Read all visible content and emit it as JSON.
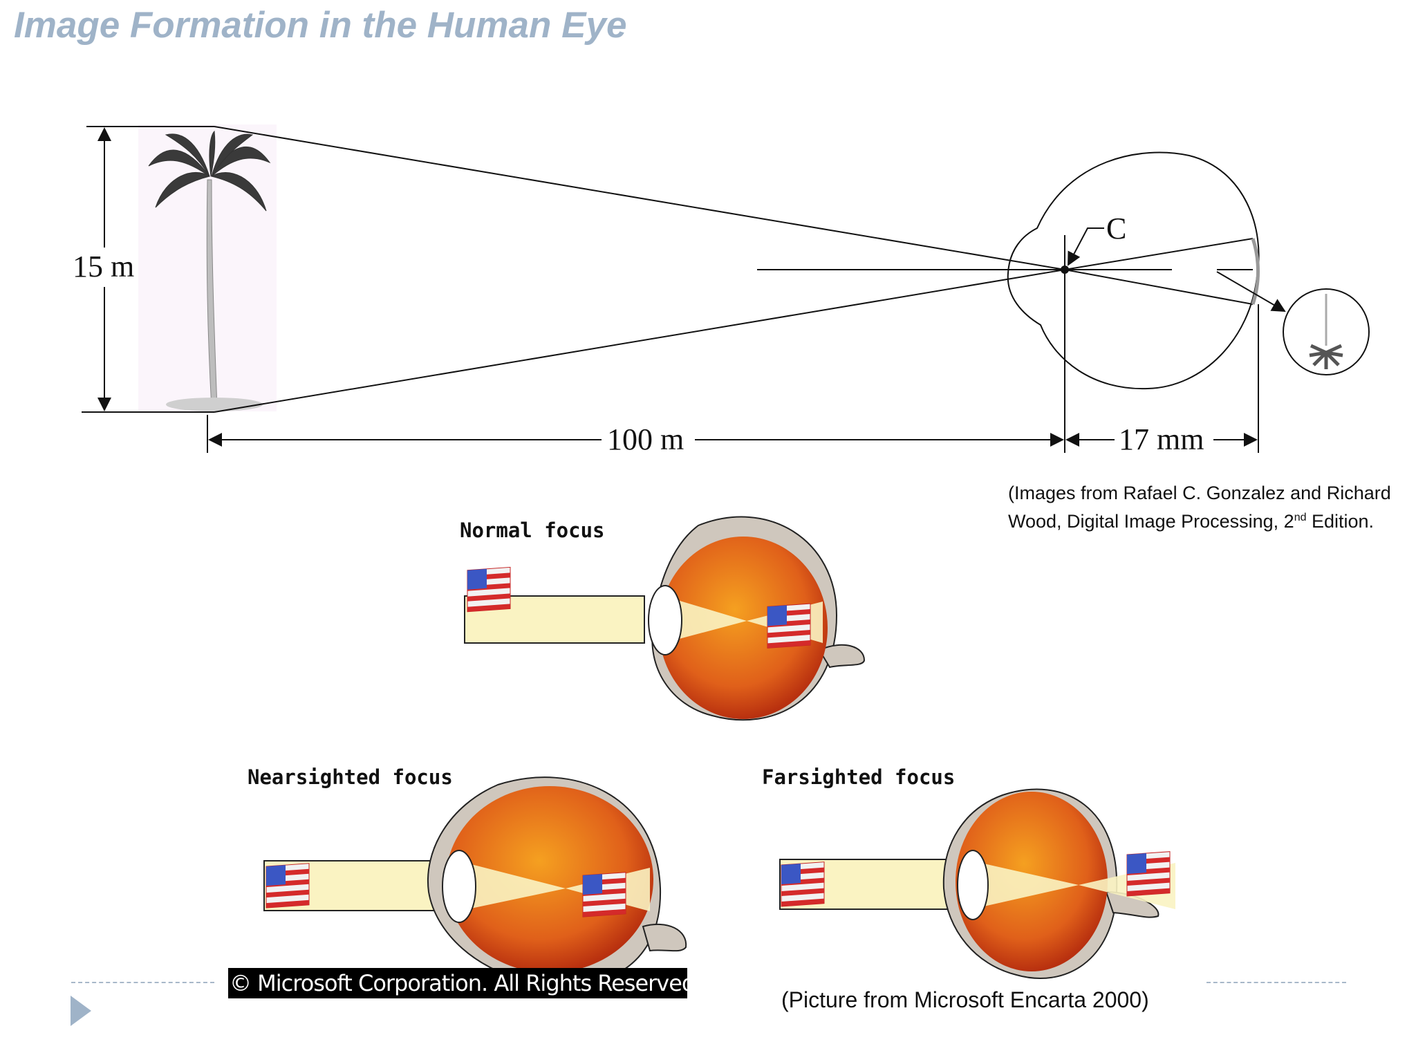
{
  "slide": {
    "title": "Image Formation in the Human Eye"
  },
  "geometry_diagram": {
    "height_label": "15 m",
    "distance_label": "100 m",
    "focal_label": "17 mm",
    "center_label": "C"
  },
  "citation": {
    "line1": "(Images from Rafael C. Gonzalez and Richard",
    "line2_prefix": "Wood, Digital Image Processing, 2",
    "line2_sup": "nd",
    "line2_suffix": " Edition."
  },
  "focus_diagrams": {
    "normal_label": "Normal focus",
    "nearsighted_label": "Nearsighted focus",
    "farsighted_label": "Farsighted focus",
    "copyright": "© Microsoft Corporation. All Rights Reserved.",
    "source": "(Picture from Microsoft Encarta 2000)"
  },
  "colors": {
    "title": "#9fb3c8",
    "eye_fill": "#e06a1a",
    "beam": "#faf3c2",
    "dashed_rule": "#a7b7c9"
  }
}
